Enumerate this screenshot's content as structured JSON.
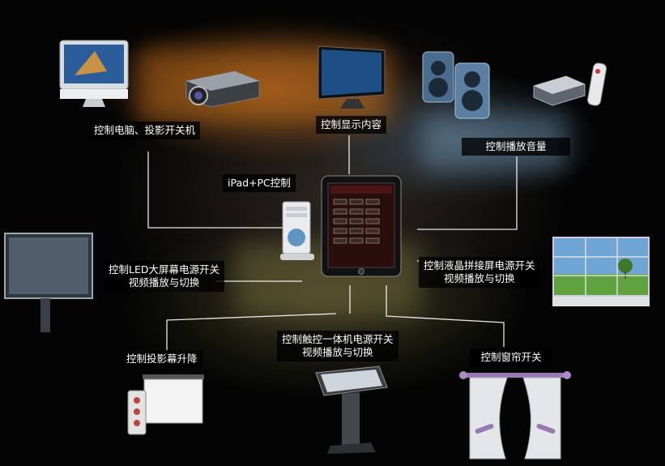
{
  "labels": {
    "computer_projector": "控制电脑、投影开关机",
    "display_content": "控制显示内容",
    "audio_volume": "控制播放音量",
    "ipad_pc": "iPad+PC控制",
    "led_line1": "控制LED大屏幕电源开关",
    "led_line2": "视频播放与切换",
    "lcd_line1": "控制液晶拼接屏电源开关",
    "lcd_line2": "视频播放与切换",
    "projection_screen": "控制投影幕升降",
    "kiosk_line1": "控制触控一体机电源开关",
    "kiosk_line2": "视频播放与切换",
    "curtain": "控制窗帘开关"
  },
  "devices": [
    "imac-computer-icon",
    "projector-icon",
    "monitor-icon",
    "speakers-icon",
    "dvd-player-icon",
    "remote-icon",
    "tablet-icon",
    "pc-tower-icon",
    "led-billboard-icon",
    "video-wall-icon",
    "projection-screen-icon",
    "touch-kiosk-icon",
    "curtain-icon"
  ],
  "colors": {
    "line": "#ffffff",
    "label_bg": "#000000",
    "label_text": "#ffffff"
  }
}
